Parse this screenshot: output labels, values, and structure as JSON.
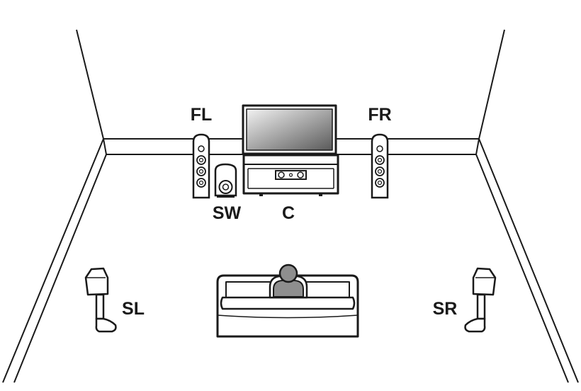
{
  "labels": {
    "front_left": "FL",
    "front_right": "FR",
    "subwoofer": "SW",
    "center": "C",
    "surround_left": "SL",
    "surround_right": "SR"
  },
  "colors": {
    "line": "#1a1a1a",
    "background": "#ffffff",
    "person_fill": "#8e8e8e",
    "screen_light": "#f2f2f2",
    "screen_dark": "#5a5a5a"
  }
}
